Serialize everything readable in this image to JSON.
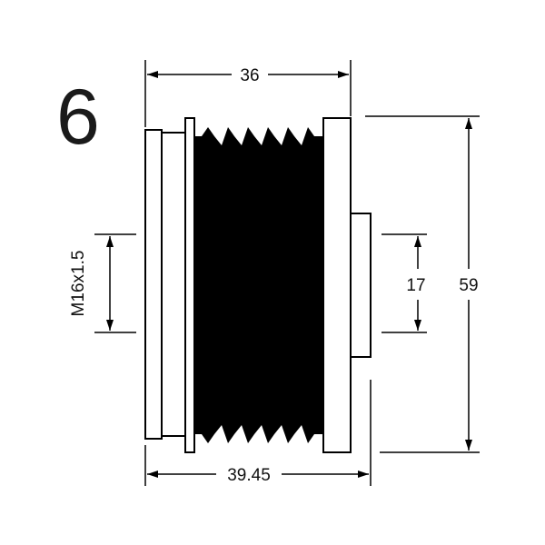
{
  "drawing": {
    "item_number": "6",
    "dimensions": {
      "top_width": "36",
      "bottom_width": "39.45",
      "thread": "M16x1.5",
      "hub_diameter": "17",
      "outer_diameter": "59"
    }
  }
}
